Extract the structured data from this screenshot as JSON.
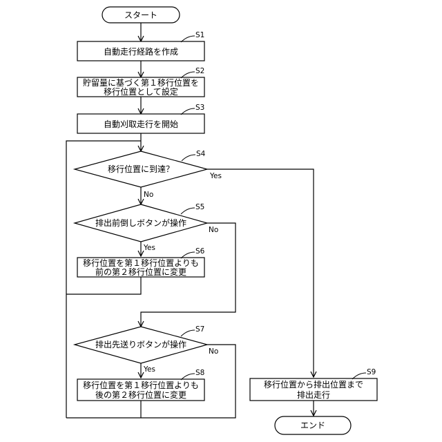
{
  "flowchart": {
    "start": "スタート",
    "end": "エンド",
    "steps": {
      "s1": {
        "id": "S1",
        "lines": [
          "自動走行経路を作成"
        ]
      },
      "s2": {
        "id": "S2",
        "lines": [
          "貯留量に基づく第１移行位置を",
          "移行位置として設定"
        ]
      },
      "s3": {
        "id": "S3",
        "lines": [
          "自動刈取走行を開始"
        ]
      },
      "s4": {
        "id": "S4",
        "lines": [
          "移行位置に到達？"
        ]
      },
      "s5": {
        "id": "S5",
        "lines": [
          "排出前倒しボタンが操作"
        ]
      },
      "s6": {
        "id": "S6",
        "lines": [
          "移行位置を第１移行位置よりも",
          "前の第２移行位置に変更"
        ]
      },
      "s7": {
        "id": "S7",
        "lines": [
          "排出先送りボタンが操作"
        ]
      },
      "s8": {
        "id": "S8",
        "lines": [
          "移行位置を第１移行位置よりも",
          "後の第２移行位置に変更"
        ]
      },
      "s9": {
        "id": "S9",
        "lines": [
          "移行位置から排出位置まで",
          "排出走行"
        ]
      }
    },
    "branches": {
      "s4_yes": "Yes",
      "s4_no": "No",
      "s5_yes": "Yes",
      "s5_no": "No",
      "s7_yes": "Yes",
      "s7_no": "No"
    }
  }
}
